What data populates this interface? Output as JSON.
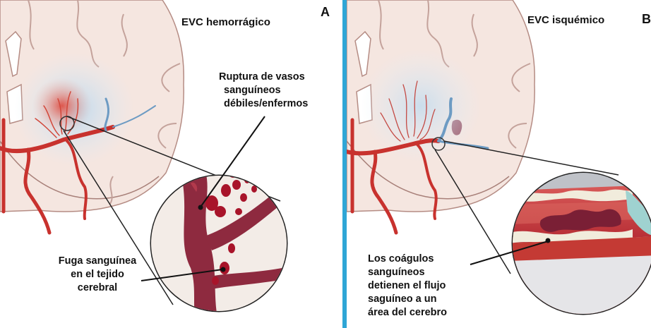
{
  "panel_a": {
    "title": "EVC hemorrágico",
    "letter": "A",
    "label_rupture": [
      "Ruptura de vasos",
      "sanguíneos",
      "débiles/enfermos"
    ],
    "label_leak": [
      "Fuga sanguínea",
      "en el tejido",
      "cerebral"
    ],
    "colors": {
      "artery": "#c8322e",
      "bleed": "#a8142a",
      "vessel": "#8e2a3f"
    }
  },
  "panel_b": {
    "title": "EVC isquémico",
    "letter": "B",
    "label_clot": [
      "Los coágulos",
      "sanguíneos",
      "detienen el flujo",
      "saguíneo a un",
      "área del cerebro"
    ],
    "colors": {
      "artery": "#c8322e",
      "clot": "#7a1f35",
      "vein": "#6d9bc3"
    }
  },
  "divider_color": "#2fa6d6"
}
